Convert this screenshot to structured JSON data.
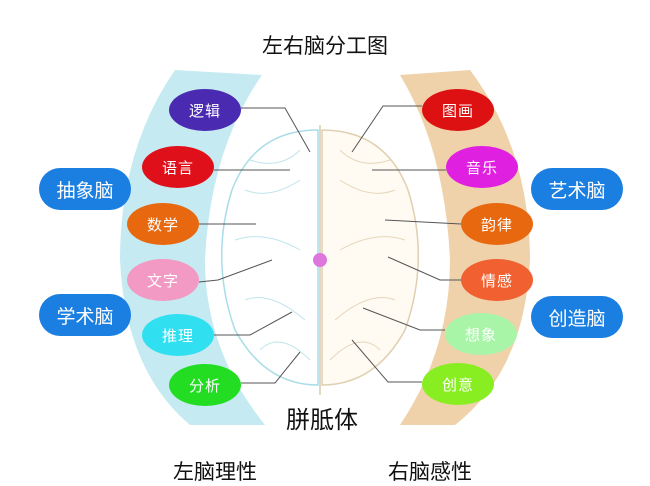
{
  "title": "左右脑分工图",
  "corpus_label": "胼胝体",
  "left_caption": "左脑理性",
  "right_caption": "右脑感性",
  "left_side_labels": [
    "抽象脑",
    "学术脑"
  ],
  "right_side_labels": [
    "艺术脑",
    "创造脑"
  ],
  "left_items": [
    {
      "label": "逻辑",
      "color": "#4a2ab0"
    },
    {
      "label": "语言",
      "color": "#e0101a"
    },
    {
      "label": "数学",
      "color": "#e8680f"
    },
    {
      "label": "文字",
      "color": "#f29ac4"
    },
    {
      "label": "推理",
      "color": "#30e0f0"
    },
    {
      "label": "分析",
      "color": "#22dd22"
    }
  ],
  "right_items": [
    {
      "label": "图画",
      "color": "#dd1111"
    },
    {
      "label": "音乐",
      "color": "#e020e0"
    },
    {
      "label": "韵律",
      "color": "#e8680f"
    },
    {
      "label": "情感",
      "color": "#f06030"
    },
    {
      "label": "想象",
      "color": "#a8f5a8"
    },
    {
      "label": "创意",
      "color": "#88ee22"
    }
  ],
  "colors": {
    "left_band": "#c6eaf2",
    "right_band": "#f0d2aa",
    "side_label": "#1a7fe0",
    "corpus_dot": "#dd77dd"
  }
}
